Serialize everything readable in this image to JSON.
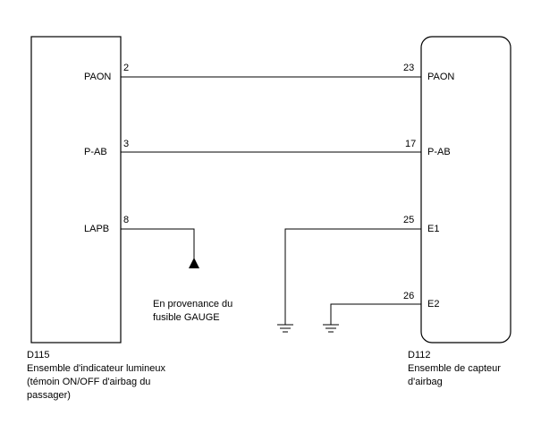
{
  "left_component": {
    "code": "D115",
    "desc_line1": "Ensemble d'indicateur lumineux",
    "desc_line2": "(témoin ON/OFF d'airbag du",
    "desc_line3": "passager)",
    "terminals": [
      {
        "name": "PAON",
        "pin": "2"
      },
      {
        "name": "P-AB",
        "pin": "3"
      },
      {
        "name": "LAPB",
        "pin": "8"
      }
    ]
  },
  "right_component": {
    "code": "D112",
    "desc_line1": "Ensemble de capteur",
    "desc_line2": "d'airbag",
    "terminals": [
      {
        "name": "PAON",
        "pin": "23"
      },
      {
        "name": "P-AB",
        "pin": "17"
      },
      {
        "name": "E1",
        "pin": "25"
      },
      {
        "name": "E2",
        "pin": "26"
      }
    ]
  },
  "source_note": {
    "line1": "En provenance du",
    "line2": "fusible GAUGE"
  }
}
